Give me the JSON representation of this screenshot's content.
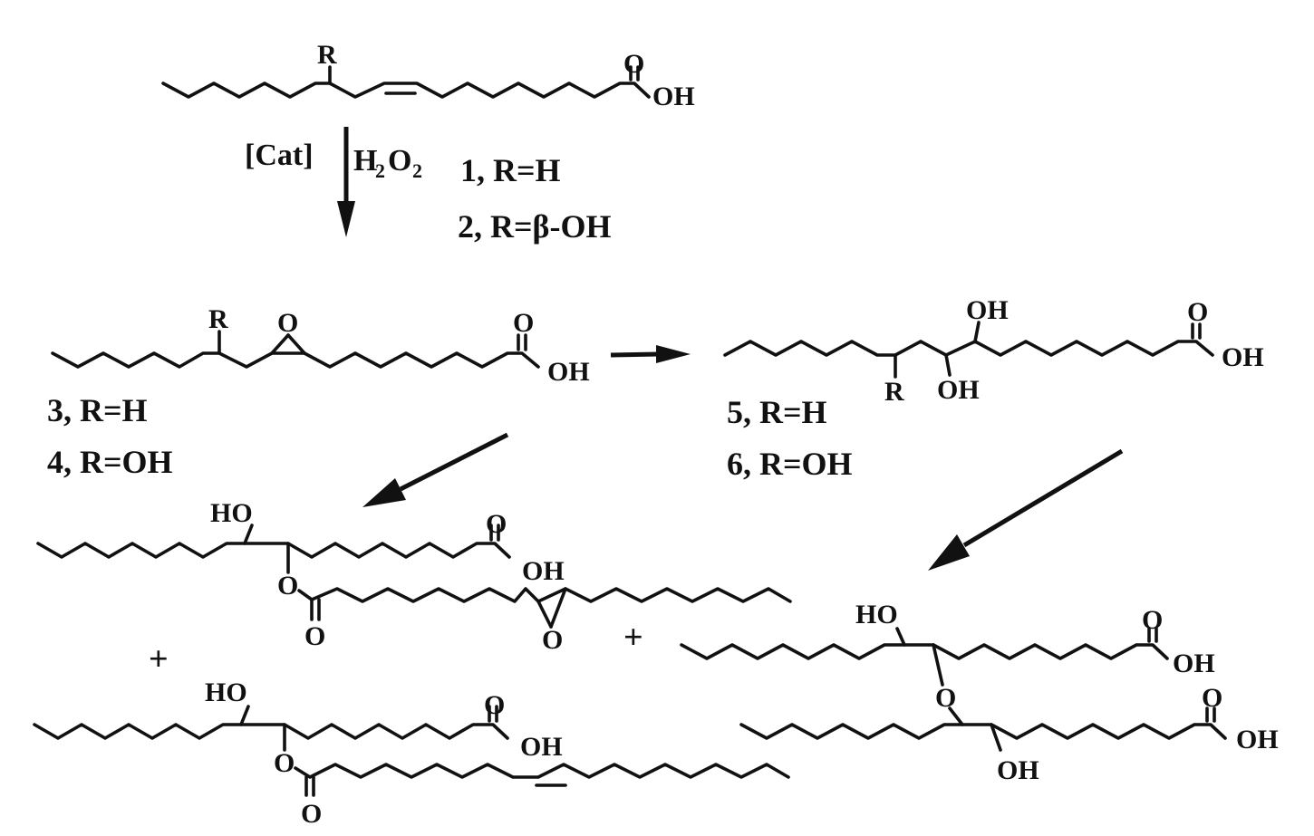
{
  "atoms": {
    "R": "R",
    "O": "O",
    "OH": "OH",
    "HO": "HO"
  },
  "conditions": {
    "catalyst": "[Cat]",
    "reagent_H": "H",
    "reagent_sub": "2",
    "reagent_O": "O",
    "reagent_sub2": "2"
  },
  "compounds": {
    "c1": "1, R=H",
    "c2": "2, R=β-OH",
    "c3": "3, R=H",
    "c4": "4, R=OH",
    "c5": "5, R=H",
    "c6": "6, R=OH"
  },
  "plus": "+"
}
